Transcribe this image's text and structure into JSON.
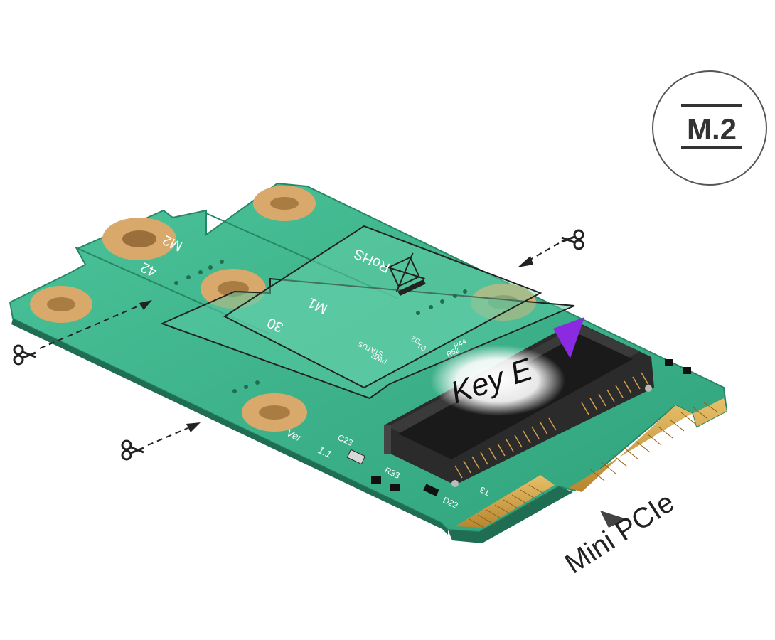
{
  "badge": {
    "label": "M.2"
  },
  "board": {
    "slot_label_42": "42",
    "slot_label_m2": "M2",
    "slot_label_30": "30",
    "slot_label_m1": "M1",
    "silk_rohs": "RoHS",
    "silk_status": "STATUS",
    "silk_pwr": "PWR",
    "silk_d1": "D1",
    "silk_d2": "D2",
    "silk_ver": "Ver",
    "silk_ver_num": "1.1",
    "silk_c23": "C23",
    "silk_r33": "R33",
    "silk_d22": "D22",
    "silk_t3": "T3",
    "silk_r44": "R44",
    "silk_r52": "R52"
  },
  "callouts": {
    "key_label": "Key E",
    "interface_label": "Mini PCIe"
  },
  "icons": [
    "scissors-icon",
    "arrow-icon",
    "recycle-bin-icon",
    "key-marker-icon"
  ],
  "colors": {
    "pcb": "#3bb38a",
    "pcb_dark": "#2a8a68",
    "pad": "#d9a96b",
    "connector": "#2b2b2b",
    "gold": "#d4a24a",
    "key_marker": "#8a2be2"
  }
}
